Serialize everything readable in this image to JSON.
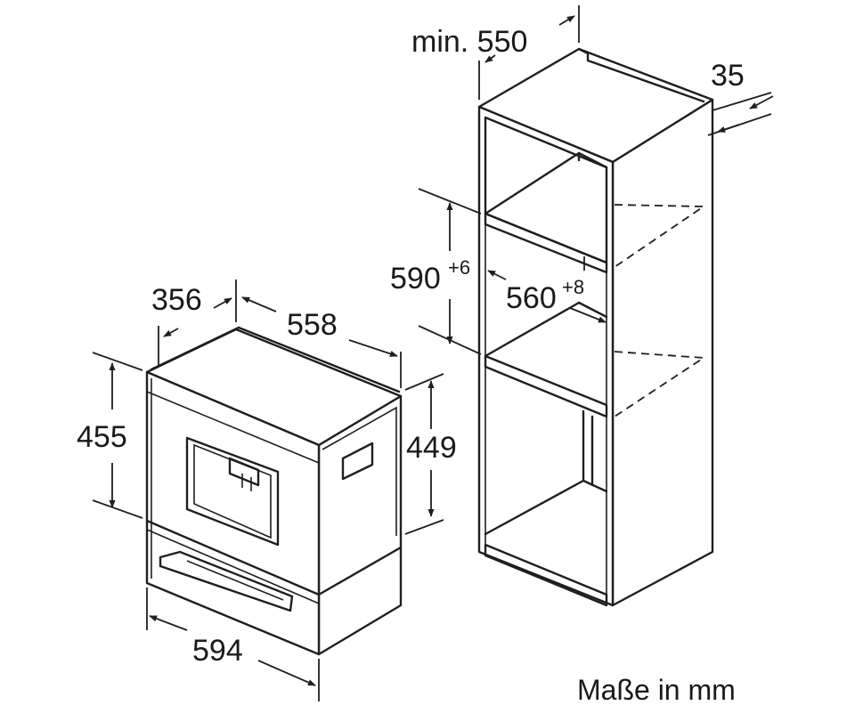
{
  "diagram": {
    "labels": {
      "cabinet_width": "min. 550",
      "cabinet_side_gap": "35",
      "niche_height": "590",
      "niche_height_tol": "+6",
      "niche_width": "560",
      "niche_width_tol": "+8",
      "appliance_depth": "356",
      "appliance_depth_total": "558",
      "appliance_height": "455",
      "appliance_front_height": "449",
      "appliance_width": "594"
    },
    "unit_note": "Maße in mm"
  }
}
